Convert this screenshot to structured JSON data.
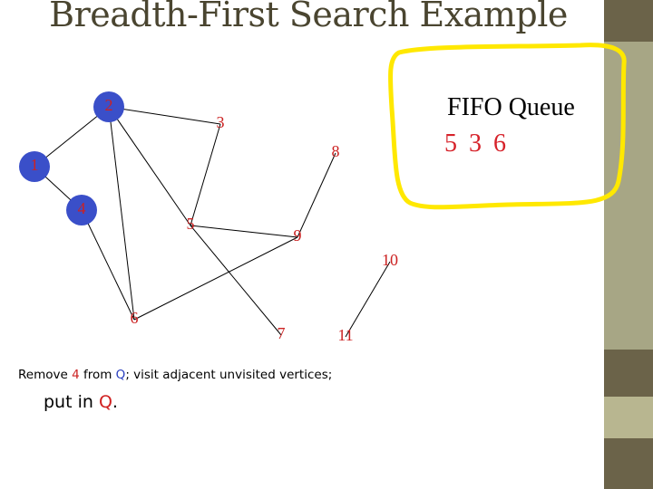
{
  "slide": {
    "title": "Breadth-First Search Example",
    "stripe_colors": [
      "#6b6349",
      "#a7a685",
      "#6b6349",
      "#b8b690",
      "#6b6349"
    ]
  },
  "graph": {
    "nodes": [
      {
        "id": "1",
        "label": "1",
        "color": "#3a4fc9",
        "label_color": "#cc2222"
      },
      {
        "id": "2",
        "label": "2",
        "color": "#3a4fc9",
        "label_color": "#cc2222"
      },
      {
        "id": "3",
        "label": "3",
        "color": "none",
        "label_color": "#cc2222"
      },
      {
        "id": "4",
        "label": "4",
        "color": "#3a4fc9",
        "label_color": "#cc2222"
      },
      {
        "id": "5",
        "label": "5",
        "color": "none",
        "label_color": "#cc2222"
      },
      {
        "id": "6",
        "label": "6",
        "color": "none",
        "label_color": "#cc2222"
      },
      {
        "id": "7",
        "label": "7",
        "color": "none",
        "label_color": "#cc2222"
      },
      {
        "id": "8",
        "label": "8",
        "color": "none",
        "label_color": "#cc2222"
      },
      {
        "id": "9",
        "label": "9",
        "color": "none",
        "label_color": "#cc2222"
      },
      {
        "id": "10",
        "label": "10",
        "color": "none",
        "label_color": "#cc2222"
      },
      {
        "id": "11",
        "label": "11",
        "color": "none",
        "label_color": "#cc2222"
      }
    ],
    "edges": [
      [
        "1",
        "2"
      ],
      [
        "1",
        "4"
      ],
      [
        "2",
        "3"
      ],
      [
        "2",
        "5"
      ],
      [
        "2",
        "6"
      ],
      [
        "3",
        "5"
      ],
      [
        "4",
        "6"
      ],
      [
        "5",
        "7"
      ],
      [
        "5",
        "9"
      ],
      [
        "6",
        "9"
      ],
      [
        "8",
        "9"
      ],
      [
        "10",
        "11"
      ]
    ]
  },
  "queue": {
    "title": "FIFO Queue",
    "contents": "5 3 6",
    "highlight_color": "#ffe800"
  },
  "caption": {
    "line1_prefix": "Remove ",
    "line1_vertex": "4",
    "line1_middle": " from ",
    "line1_queue": "Q",
    "line1_suffix": "; visit adjacent unvisited vertices;",
    "line2_prefix": "put in ",
    "line2_queue": "Q",
    "line2_suffix": "."
  }
}
